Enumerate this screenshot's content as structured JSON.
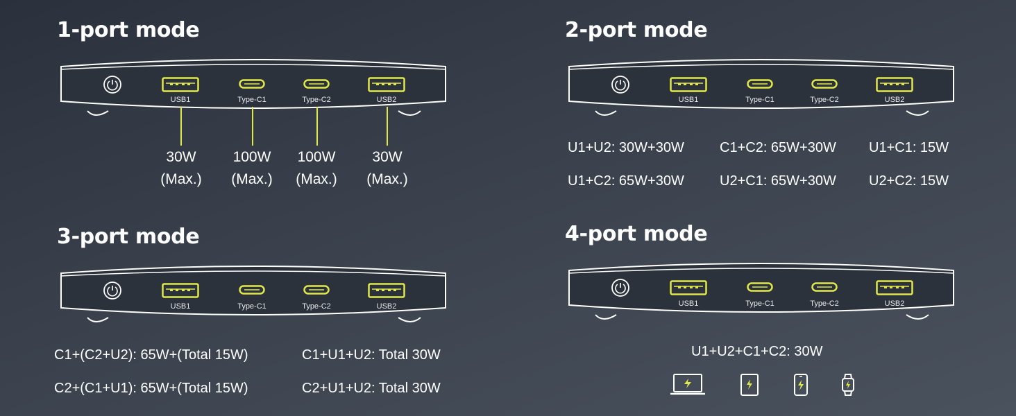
{
  "colors": {
    "accent": "#e2e84a",
    "outline": "#ffffff",
    "background": "#333a45"
  },
  "port_labels": [
    "USB1",
    "Type-C1",
    "Type-C2",
    "USB2"
  ],
  "icons": [
    "power-icon",
    "usb-a-port-icon",
    "usb-c-port-icon",
    "laptop-icon",
    "tablet-icon",
    "phone-icon",
    "watch-icon"
  ],
  "mode1": {
    "title": "1-port mode",
    "outputs": [
      {
        "watt": "30W",
        "max": "(Max.)"
      },
      {
        "watt": "100W",
        "max": "(Max.)"
      },
      {
        "watt": "100W",
        "max": "(Max.)"
      },
      {
        "watt": "30W",
        "max": "(Max.)"
      }
    ]
  },
  "mode2": {
    "title": "2-port mode",
    "combos": [
      "U1+U2: 30W+30W",
      "C1+C2: 65W+30W",
      "U1+C1: 15W",
      "U1+C2: 65W+30W",
      "U2+C1: 65W+30W",
      "U2+C2: 15W"
    ]
  },
  "mode3": {
    "title": "3-port mode",
    "combos": [
      "C1+(C2+U2): 65W+(Total 15W)",
      "C1+U1+U2: Total 30W",
      "C2+(C1+U1): 65W+(Total 15W)",
      "C2+U1+U2: Total 30W"
    ]
  },
  "mode4": {
    "title": "4-port mode",
    "combo": "U1+U2+C1+C2: 30W"
  }
}
